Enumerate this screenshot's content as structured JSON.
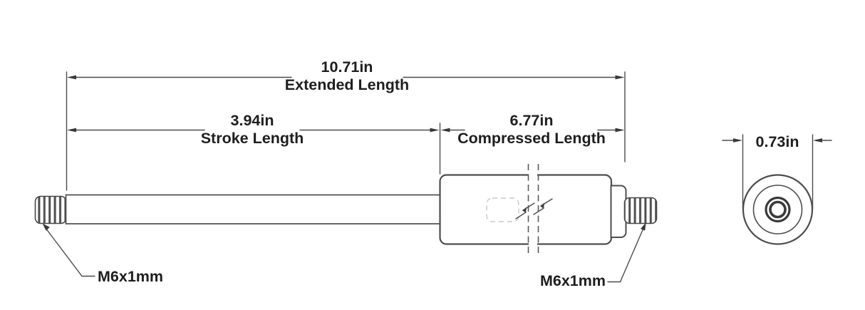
{
  "dimensions": {
    "extended": {
      "value": "10.71in",
      "label": "Extended Length"
    },
    "stroke": {
      "value": "3.94in",
      "label": "Stroke Length"
    },
    "compressed": {
      "value": "6.77in",
      "label": "Compressed Length"
    },
    "diameter": {
      "value": "0.73in"
    }
  },
  "threads": {
    "left_label": "M6x1mm",
    "right_label": "M6x1mm"
  },
  "colors": {
    "background": "#ffffff",
    "line": "#4d4d4d",
    "text": "#1e1e1e",
    "hidden_detail": "#c9c9c9"
  }
}
